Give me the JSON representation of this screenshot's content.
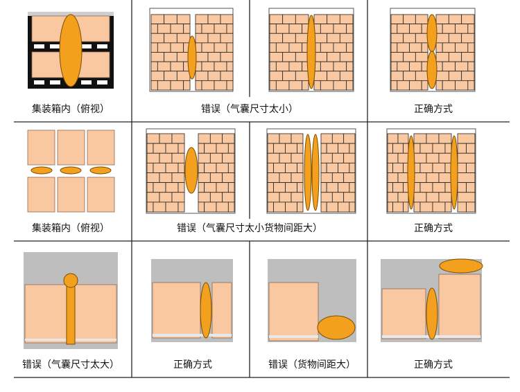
{
  "colors": {
    "box_fill": "#F9C8A0",
    "box_stroke": "#8A6A55",
    "bag_fill": "#F2A01E",
    "bag_stroke": "#7A4A00",
    "gray": "#BEBEBE",
    "dark": "#111111"
  },
  "captions": {
    "row1": {
      "c1": "集装箱内（俯视）",
      "c23": "错误（气囊尺寸太小）",
      "c4": "正确方式"
    },
    "row2": {
      "c1": "集装箱内（俯视）",
      "c23": "错误（气囊尺寸太小货物间距大）",
      "c4": "正确方式"
    },
    "row3": {
      "c1": "错误（气囊尺寸太大）",
      "c2": "正确方式",
      "c3": "错误（货物间距大）",
      "c4": "正确方式"
    }
  }
}
